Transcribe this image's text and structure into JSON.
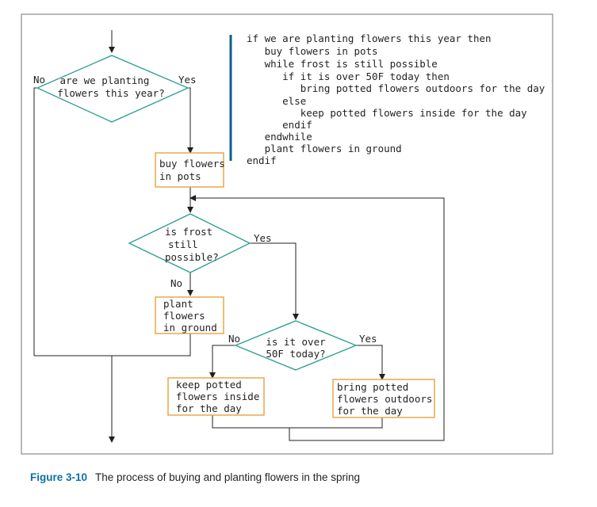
{
  "colors": {
    "decision_stroke": "#2a9d8f",
    "process_stroke": "#e8a33a",
    "code_bar": "#0e5f8a",
    "caption_label": "#0e70a6",
    "frame": "#8a8a8a"
  },
  "flowchart": {
    "decision_planting": {
      "lines": [
        "are we planting",
        "flowers this year?"
      ],
      "no_label": "No",
      "yes_label": "Yes"
    },
    "process_buy": {
      "lines": [
        "buy flowers",
        "in pots"
      ]
    },
    "decision_frost": {
      "lines": [
        "is frost",
        "still",
        "possible?"
      ],
      "yes_label": "Yes",
      "no_label": "No"
    },
    "process_plant": {
      "lines": [
        "plant",
        "flowers",
        "in ground"
      ]
    },
    "decision_temp": {
      "lines": [
        "is it over",
        "50F today?"
      ],
      "no_label": "No",
      "yes_label": "Yes"
    },
    "process_keep": {
      "lines": [
        "keep potted",
        "flowers inside",
        "for the day"
      ]
    },
    "process_bring": {
      "lines": [
        "bring potted",
        "flowers outdoors",
        "for the day"
      ]
    }
  },
  "pseudocode": [
    "if we are planting flowers this year then",
    "   buy flowers in pots",
    "   while frost is still possible",
    "      if it is over 50F today then",
    "         bring potted flowers outdoors for the day",
    "      else",
    "         keep potted flowers inside for the day",
    "      endif",
    "   endwhile",
    "   plant flowers in ground",
    "endif"
  ],
  "caption": {
    "label": "Figure 3-10",
    "text": "The process of buying and planting flowers in the spring"
  }
}
